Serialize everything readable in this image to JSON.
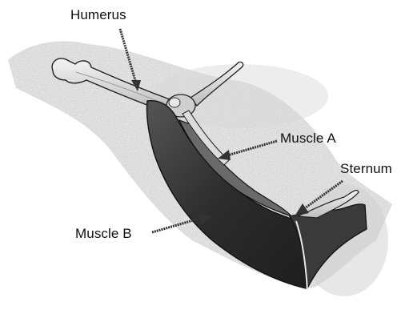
{
  "labels": {
    "humerus": "Humerus",
    "muscle_a": "Muscle A",
    "sternum": "Sternum",
    "muscle_b": "Muscle B"
  },
  "colors": {
    "ink": "#111111",
    "muscle_dark": "#2b2b2b",
    "bone_light": "#e2e2e2",
    "speckle_gray": "#b5b5b5"
  }
}
